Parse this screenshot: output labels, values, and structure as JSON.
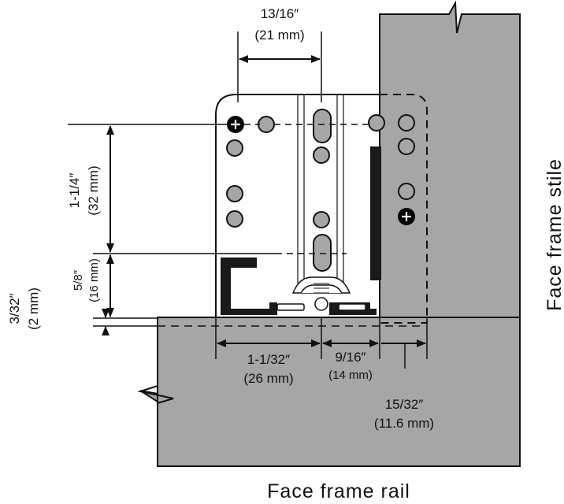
{
  "labels": {
    "face_frame_stile": "Face frame stile",
    "face_frame_rail": "Face frame rail"
  },
  "dimensions": {
    "top_width": {
      "imperial": "13/16″",
      "metric": "(21 mm)"
    },
    "hole_spacing": {
      "imperial": "1-1/4″",
      "metric": "(32 mm)"
    },
    "flange_height": {
      "imperial": "5/8″",
      "metric": "(16 mm)"
    },
    "clearance": {
      "imperial": "3/32″",
      "metric": "(2 mm)"
    },
    "left_width": {
      "imperial": "1-1/32″",
      "metric": "(26 mm)"
    },
    "middle_width": {
      "imperial": "9/16″",
      "metric": "(14 mm)"
    },
    "right_width": {
      "imperial": "15/32″",
      "metric": "(11.6 mm)"
    }
  },
  "colors": {
    "frame_fill": "#a6a6a6",
    "line": "#111111",
    "background": "#ffffff"
  }
}
